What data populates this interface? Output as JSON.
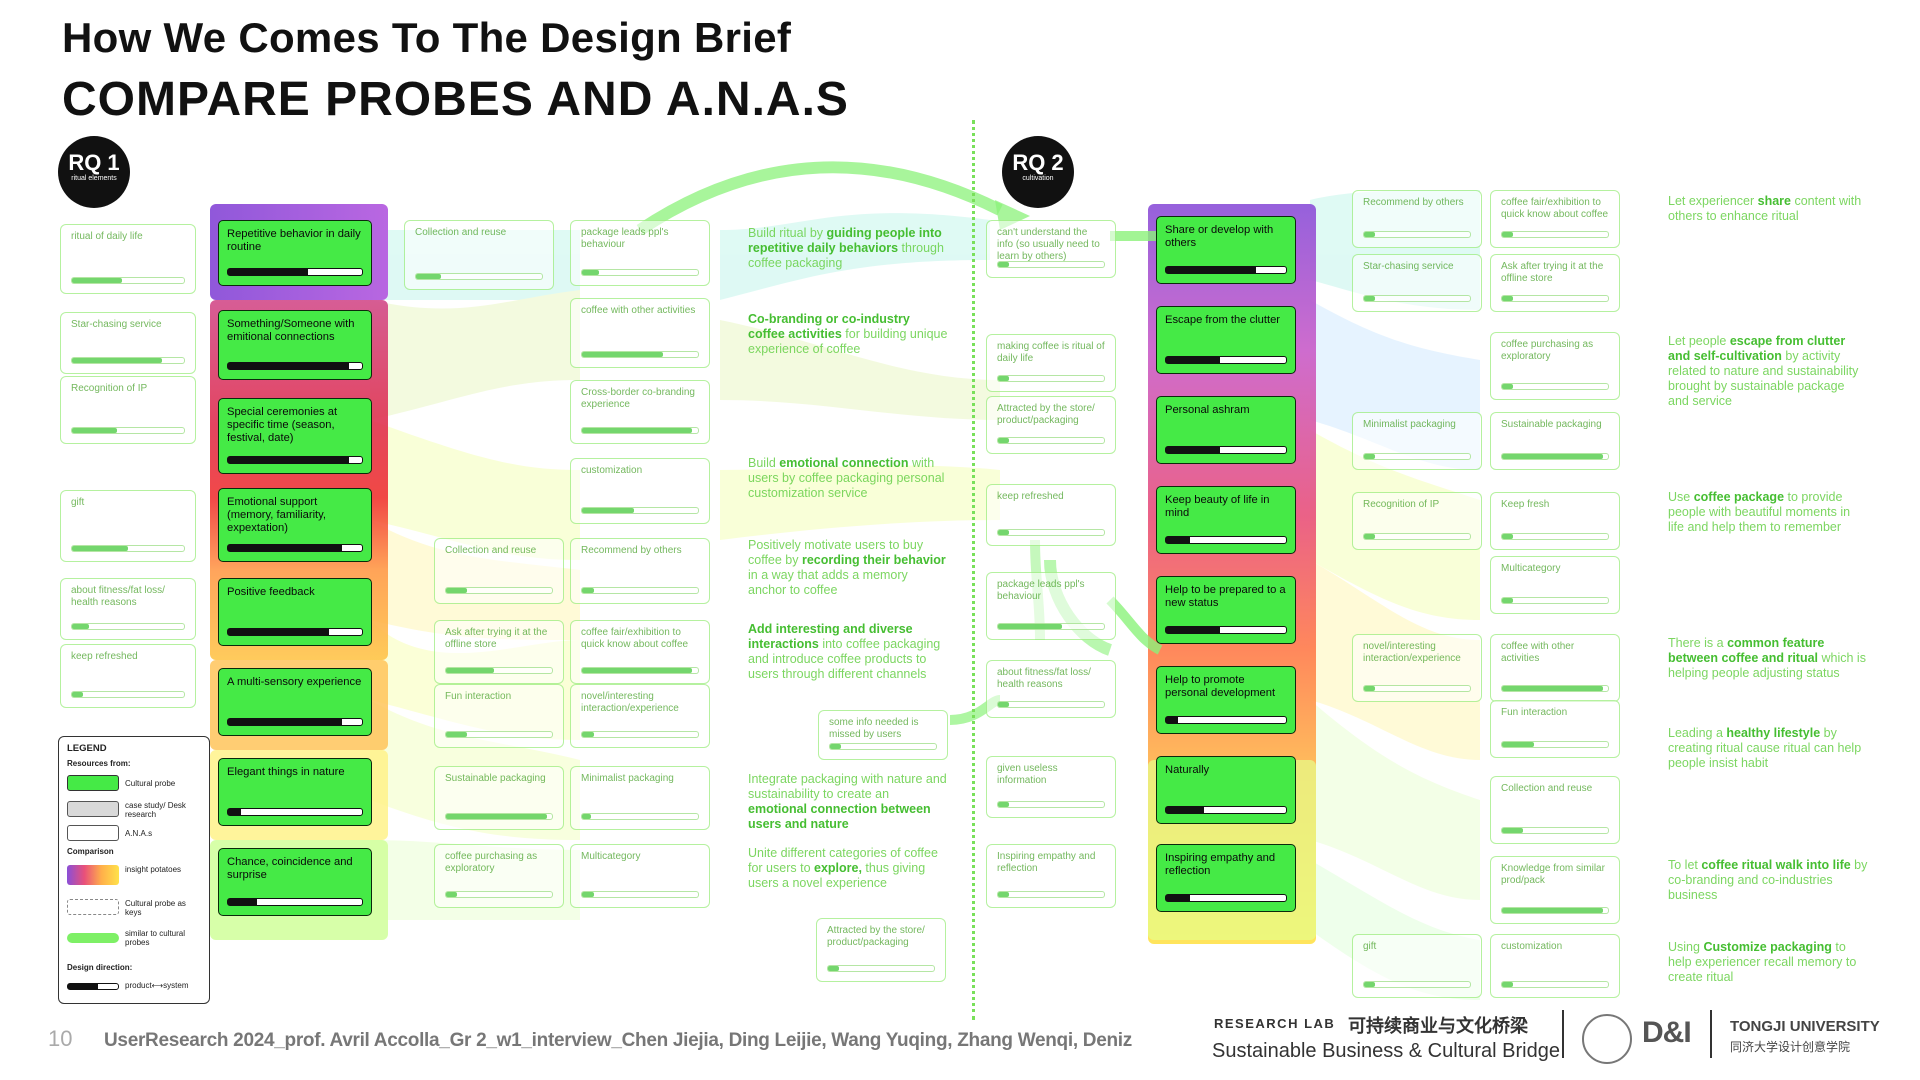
{
  "header": {
    "subtitle": "How We Comes To The Design Brief",
    "title": "COMPARE PROBES AND A.N.A.S"
  },
  "rq1": {
    "label": "RQ 1",
    "sub": "ritual elements"
  },
  "rq2": {
    "label": "RQ 2",
    "sub": "cultivation"
  },
  "colors": {
    "probe": "#45ea46",
    "flow": "#d9ff9a",
    "accent": "#7de24e"
  },
  "left_cards": [
    {
      "label": "ritual of daily life",
      "level": 0.45
    },
    {
      "label": "Star-chasing service",
      "level": 0.8
    },
    {
      "label": "Recognition of IP",
      "level": 0.4
    },
    {
      "label": "gift",
      "level": 0.5
    },
    {
      "label": "about fitness/fat loss/ health reasons",
      "level": 0.15
    },
    {
      "label": "keep refreshed",
      "level": 0.1
    }
  ],
  "probes1": [
    {
      "label": "Repetitive behavior in daily routine",
      "level": 0.6
    },
    {
      "label": "Something/Someone with emitional connections",
      "level": 0.9
    },
    {
      "label": "Special ceremonies at specific time (season, festival, date)",
      "level": 0.9
    },
    {
      "label": "Emotional support (memory, familiarity, expextation)",
      "level": 0.85
    },
    {
      "label": "Positive feedback",
      "level": 0.75
    },
    {
      "label": "A multi-sensory experience",
      "level": 0.85
    },
    {
      "label": "Elegant things in nature",
      "level": 0.1
    },
    {
      "label": "Chance, coincidence and surprise",
      "level": 0.22
    }
  ],
  "mid1_cards": [
    {
      "label": "Collection and reuse",
      "level": 0.2
    },
    {
      "label": "package leads ppl's behaviour",
      "level": 0.15
    },
    {
      "label": "coffee with other activities",
      "level": 0.7
    },
    {
      "label": "Cross-border co-branding experience",
      "level": 0.95
    },
    {
      "label": "customization",
      "level": 0.45
    },
    {
      "label": "Collection and reuse",
      "level": 0.2
    },
    {
      "label": "Recommend by others",
      "level": 0.1
    },
    {
      "label": "Ask after trying it at the offline store",
      "level": 0.45
    },
    {
      "label": "coffee fair/exhibition to quick know about coffee",
      "level": 0.95
    },
    {
      "label": "Fun interaction",
      "level": 0.2
    },
    {
      "label": "novel/interesting interaction/experience",
      "level": 0.1
    },
    {
      "label": "Sustainable packaging",
      "level": 0.95
    },
    {
      "label": "Minimalist packaging",
      "level": 0.08
    },
    {
      "label": "coffee purchasing as exploratory",
      "level": 0.1
    },
    {
      "label": "Multicategory",
      "level": 0.1
    }
  ],
  "insights1": [
    {
      "pre": "Build ritual by ",
      "b": "guiding people into repetitive daily behaviors",
      "post": " through coffee packaging"
    },
    {
      "pre": "",
      "b": "Co-branding or co-industry coffee activities",
      "post": " for building unique experience of coffee"
    },
    {
      "pre": "Build ",
      "b": "emotional connection",
      "post": " with users by coffee packaging personal customization service"
    },
    {
      "pre": "Positively motivate users to buy coffee by ",
      "b": "recording their behavior",
      "post": " in a way that adds a memory anchor to coffee"
    },
    {
      "pre": "",
      "b": "Add interesting and diverse interactions",
      "post": " into coffee packaging and introduce coffee products to users through different channels"
    },
    {
      "pre": "Integrate packaging with nature and sustainability to create an ",
      "b": "emotional connection between users and nature",
      "post": ""
    },
    {
      "pre": "Unite different categories of coffee for users to ",
      "b": "explore,",
      "post": " thus giving users a novel experience"
    }
  ],
  "center_cards": [
    {
      "label": "can't understand the info  (so usually need to learn by others)",
      "level": 0.1
    },
    {
      "label": "making coffee is ritual of daily life",
      "level": 0.1
    },
    {
      "label": "Attracted by the store/ product/packaging",
      "level": 0.1
    },
    {
      "label": "keep refreshed",
      "level": 0.1
    },
    {
      "label": "package leads ppl's behaviour",
      "level": 0.6
    },
    {
      "label": "about fitness/fat loss/ health reasons",
      "level": 0.1
    },
    {
      "label": "some info needed is missed by users",
      "level": 0.1
    },
    {
      "label": "given useless information",
      "level": 0.1
    },
    {
      "label": "Inspiring empathy and reflection",
      "level": 0.1
    },
    {
      "label": "Attracted by the store/ product/packaging",
      "level": 0.1
    }
  ],
  "probes2": [
    {
      "label": "Share or develop with others",
      "level": 0.75
    },
    {
      "label": "Escape from the clutter",
      "level": 0.45
    },
    {
      "label": "Personal ashram",
      "level": 0.45
    },
    {
      "label": "Keep beauty of life in mind",
      "level": 0.2
    },
    {
      "label": "Help to be prepared to a new status",
      "level": 0.45
    },
    {
      "label": "Help to promote personal development",
      "level": 0.1
    },
    {
      "label": "Naturally",
      "level": 0.32
    },
    {
      "label": "Inspiring empathy and reflection",
      "level": 0.2
    }
  ],
  "right_cards": [
    {
      "label": "Recommend by others",
      "level": 0.1
    },
    {
      "label": "coffee fair/exhibition to quick know about coffee",
      "level": 0.1
    },
    {
      "label": "Star-chasing service",
      "level": 0.1
    },
    {
      "label": "Ask after trying it at the offline store",
      "level": 0.1
    },
    {
      "label": "coffee purchasing as exploratory",
      "level": 0.1
    },
    {
      "label": "Minimalist packaging",
      "level": 0.1
    },
    {
      "label": "Sustainable packaging",
      "level": 0.95
    },
    {
      "label": "Recognition of IP",
      "level": 0.1
    },
    {
      "label": "Keep fresh",
      "level": 0.1
    },
    {
      "label": "Multicategory",
      "level": 0.1
    },
    {
      "label": "novel/interesting interaction/experience",
      "level": 0.1
    },
    {
      "label": "coffee with other activities",
      "level": 0.95
    },
    {
      "label": "Fun interaction",
      "level": 0.3
    },
    {
      "label": "Collection and reuse",
      "level": 0.2
    },
    {
      "label": "Knowledge from similar prod/pack",
      "level": 0.95
    },
    {
      "label": "gift",
      "level": 0.1
    },
    {
      "label": "customization",
      "level": 0.1
    }
  ],
  "insights2": [
    {
      "pre": "Let experiencer ",
      "b": "share",
      "post": " content with others to enhance ritual"
    },
    {
      "pre": "Let people ",
      "b": "escape from clutter and self-cultivation",
      "post": " by activity related to nature and sustainability brought by sustainable package and service"
    },
    {
      "pre": "Use ",
      "b": "coffee package",
      "post": " to provide people with beautiful moments in life and help them to remember"
    },
    {
      "pre": "There is a ",
      "b": "common feature between coffee and ritual",
      "post": " which is helping people adjusting status"
    },
    {
      "pre": "Leading a ",
      "b": "healthy lifestyle",
      "post": " by creating ritual cause ritual can help people insist habit"
    },
    {
      "pre": "To let ",
      "b": "coffee ritual walk into life",
      "post": " by co-branding and co-industries business"
    },
    {
      "pre": "Using ",
      "b": "Customize packaging",
      "post": " to help experiencer recall memory to create ritual"
    }
  ],
  "legend": {
    "title": "LEGEND",
    "resources": "Resources from:",
    "cultural_probe": "Cultural probe",
    "case_study": "case study/ Desk research",
    "anas": "A.N.A.s",
    "comparison": "Comparison",
    "insight": "insight potatoes",
    "probe_keys": "Cultural probe as keys",
    "similar": "similar to cultural probes",
    "direction": "Design direction:",
    "product_system": "product⟷system"
  },
  "footer": {
    "page": "10",
    "credits": "UserResearch 2024_prof. Avril Accolla_Gr 2_w1_interview_Chen Jiejia, Ding Leijie, Wang Yuqing, Zhang Wenqi, Deniz",
    "lab": "RESEARCH LAB",
    "lab_cn": "可持续商业与文化桥梁",
    "lab_en": "Sustainable Business & Cultural Bridge",
    "logo": "D&I",
    "univ": "TONGJI UNIVERSITY",
    "univ_cn": "同济大学设计创意学院"
  }
}
